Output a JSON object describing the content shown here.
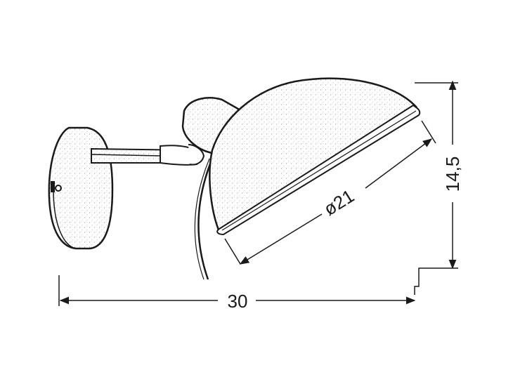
{
  "dimensions": {
    "width_label": "30",
    "height_label": "14,5",
    "diameter_label": "ø21"
  },
  "colors": {
    "line": "#1a1a1a",
    "fill": "#ffffff",
    "speckle": "#9a9a9a"
  }
}
